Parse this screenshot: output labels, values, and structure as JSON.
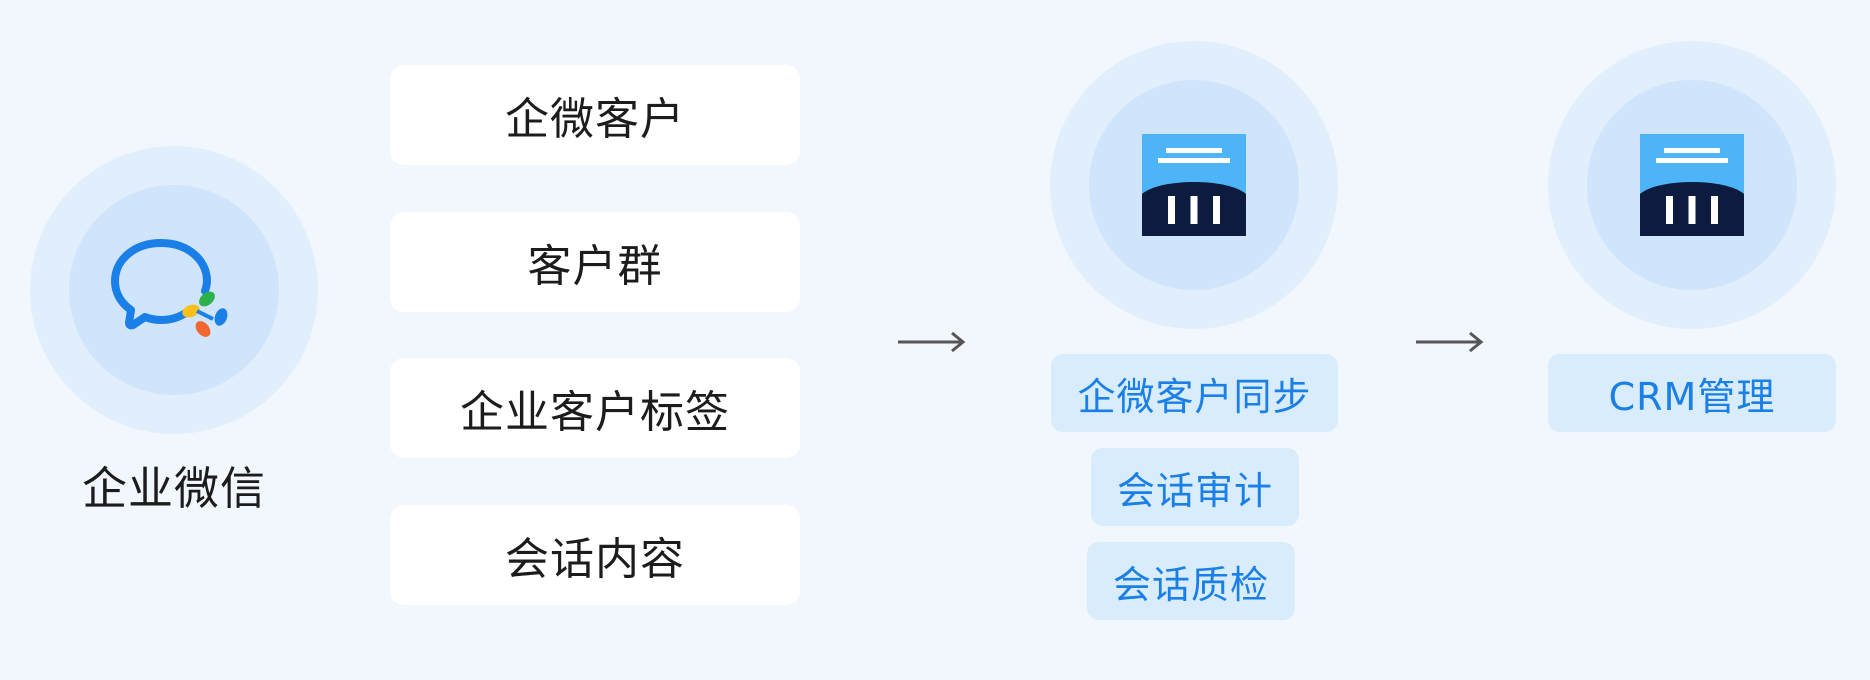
{
  "source": {
    "label": "企业微信",
    "icon": "wecom-chat-icon"
  },
  "data_items": [
    {
      "label": "企微客户"
    },
    {
      "label": "客户群"
    },
    {
      "label": "企业客户标签"
    },
    {
      "label": "会话内容"
    }
  ],
  "sync_node": {
    "icon": "building-icon",
    "features": [
      {
        "label": "企微客户同步"
      },
      {
        "label": "会话审计"
      },
      {
        "label": "会话质检"
      }
    ]
  },
  "crm_node": {
    "icon": "building-icon",
    "features": [
      {
        "label": "CRM管理"
      }
    ]
  },
  "colors": {
    "background": "#f2f7fd",
    "ring_outer": "#e1eefc",
    "ring_inner": "#d0e4fb",
    "pill_bg": "#d8ecfb",
    "pill_text": "#1a7fe6",
    "logo_dark": "#0d1b3e",
    "logo_light": "#4db4f7",
    "wecom_blue": "#1a7fe6"
  }
}
